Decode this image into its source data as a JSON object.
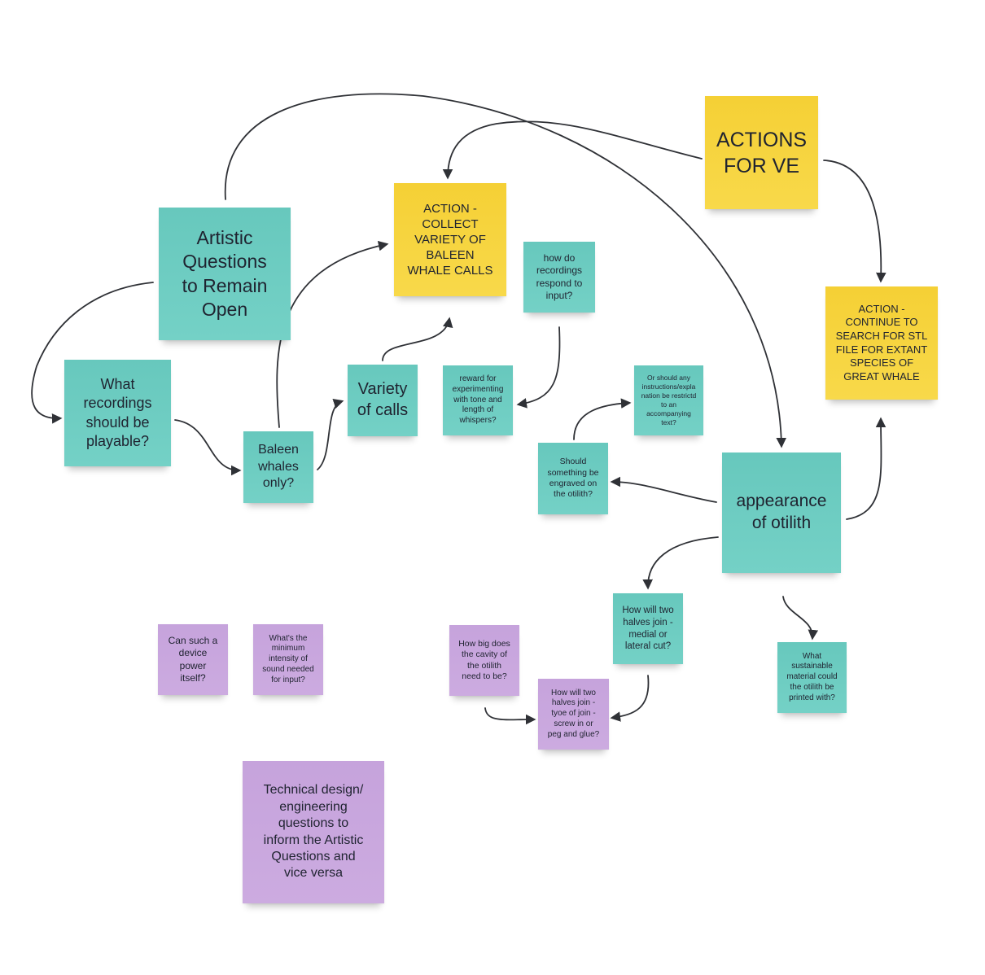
{
  "board": {
    "notes": [
      {
        "id": "artistic-questions",
        "text": "Artistic\nQuestions\nto Remain\nOpen",
        "color": "#6fcdc2"
      },
      {
        "id": "actions-for-ve",
        "text": "ACTIONS\nFOR VE",
        "color": "#f6d33c"
      },
      {
        "id": "action-collect-calls",
        "text": "ACTION -\nCOLLECT\nVARIETY OF\nBALEEN\nWHALE CALLS",
        "color": "#f6d33c"
      },
      {
        "id": "action-continue-search",
        "text": "ACTION -\nCONTINUE TO\nSEARCH FOR STL\nFILE FOR  EXTANT\nSPECIES OF\nGREAT WHALE",
        "color": "#f6d33c"
      },
      {
        "id": "how-recordings-respond",
        "text": "how do\nrecordings\nrespond to\ninput?",
        "color": "#6fcdc2"
      },
      {
        "id": "what-recordings-playable",
        "text": "What\nrecordings\nshould be\nplayable?",
        "color": "#6fcdc2"
      },
      {
        "id": "baleen-whales-only",
        "text": "Baleen\nwhales\nonly?",
        "color": "#6fcdc2"
      },
      {
        "id": "variety-of-calls",
        "text": "Variety\nof calls",
        "color": "#6fcdc2"
      },
      {
        "id": "reward-for-experimenting",
        "text": "reward for\nexperimenting\nwith tone and\nlength of\nwhispers?",
        "color": "#6fcdc2"
      },
      {
        "id": "instructions-restricted",
        "text": "Or should any\ninstructions/expla\nnation be restrictd\nto an\naccompanying\ntext?",
        "color": "#6fcdc2"
      },
      {
        "id": "something-engraved",
        "text": "Should\nsomething be\nengraved on\nthe otilith?",
        "color": "#6fcdc2"
      },
      {
        "id": "appearance-of-otilith",
        "text": "appearance\nof otilith",
        "color": "#6fcdc2"
      },
      {
        "id": "two-halves-medial",
        "text": "How will two\nhalves join  -\nmedial or\nlateral cut?",
        "color": "#6fcdc2"
      },
      {
        "id": "sustainable-material",
        "text": "What\nsustainable\nmaterial could\nthe otilith be\nprinted with?",
        "color": "#6fcdc2"
      },
      {
        "id": "device-power-itself",
        "text": "Can such a\ndevice\npower\nitself?",
        "color": "#c8a6de"
      },
      {
        "id": "minimum-intensity",
        "text": "What's the\nminimum\nintensity of\nsound needed\nfor input?",
        "color": "#c8a6de"
      },
      {
        "id": "cavity-size",
        "text": "How big does\nthe cavity of\nthe otilith\nneed to be?",
        "color": "#c8a6de"
      },
      {
        "id": "two-halves-join-type",
        "text": "How will two\nhalves join  -\ntyoe of join -\nscrew in or\npeg and glue?",
        "color": "#c8a6de"
      },
      {
        "id": "technical-design",
        "text": "Technical design/\nengineering\nquestions to\ninform the Artistic\nQuestions and\nvice versa",
        "color": "#c8a6de"
      }
    ]
  }
}
